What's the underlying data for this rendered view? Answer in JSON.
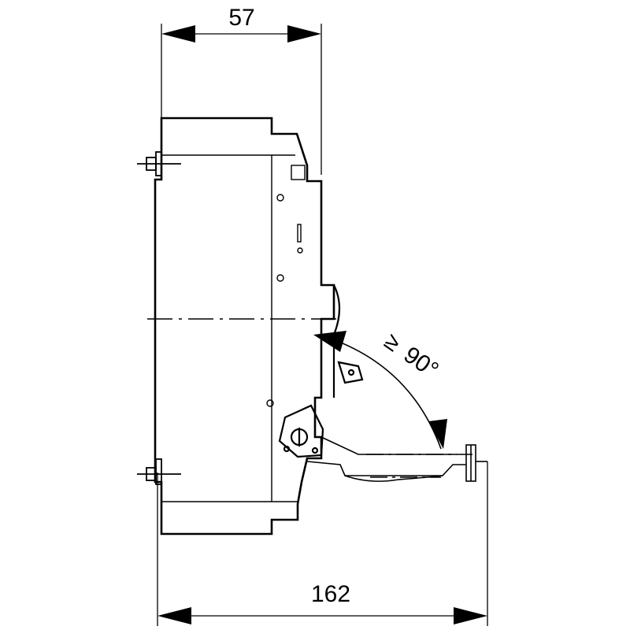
{
  "dimensions": {
    "top_width": "57",
    "total_depth": "162"
  },
  "annotations": {
    "angle_prefix": "≥",
    "angle_value": "90°"
  },
  "colors": {
    "line": "#000000",
    "background": "#ffffff"
  }
}
